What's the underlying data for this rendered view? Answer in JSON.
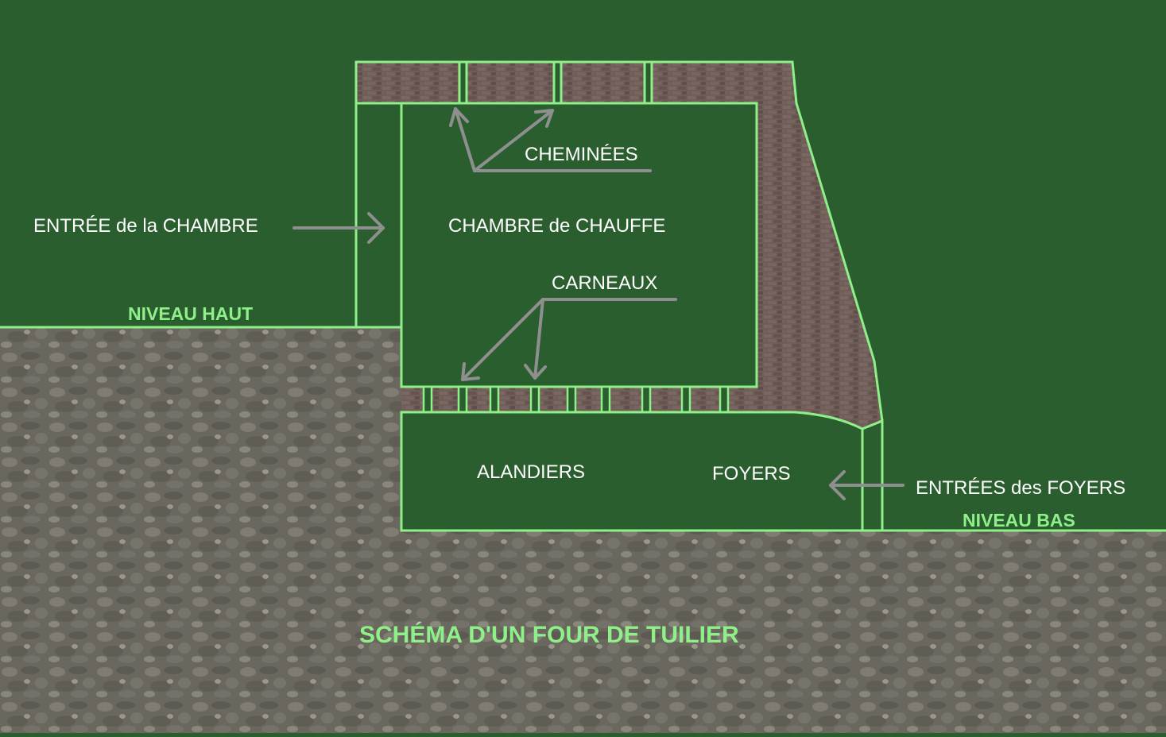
{
  "title": "SCHÉMA D'UN FOUR DE TUILIER",
  "labels": {
    "entree_chambre": "ENTRÉE de la CHAMBRE",
    "niveau_haut": "NIVEAU HAUT",
    "cheminees": "CHEMINÉES",
    "chambre_chauffe": "CHAMBRE de CHAUFFE",
    "carneaux": "CARNEAUX",
    "alandiers": "ALANDIERS",
    "foyers": "FOYERS",
    "entrees_foyers": "ENTRÉES des FOYERS",
    "niveau_bas": "NIVEAU BAS"
  },
  "colors": {
    "background_green": "#2a5e2e",
    "outline_green": "#8ff08a",
    "label_white": "#ffffff",
    "arrow_gray": "#8f8f8f",
    "brick": "#6f5d58",
    "stone": "#6d6a60"
  }
}
